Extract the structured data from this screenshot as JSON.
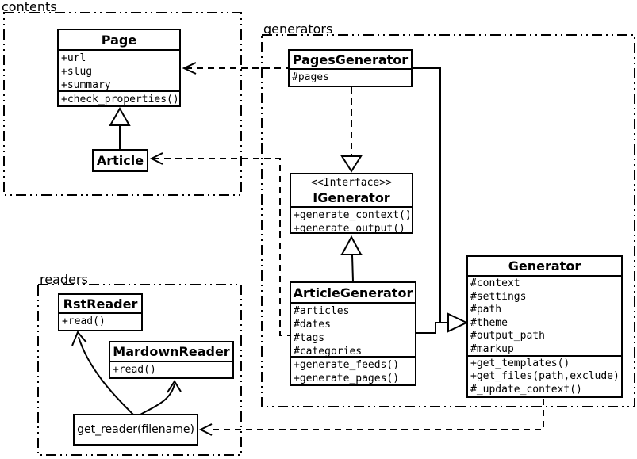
{
  "packages": {
    "contents": {
      "label": "contents"
    },
    "generators": {
      "label": "generators"
    },
    "readers": {
      "label": "readers"
    }
  },
  "classes": {
    "page": {
      "title": "Page",
      "attributes": [
        "+url",
        "+slug",
        "+summary"
      ],
      "methods": [
        "+check_properties()"
      ]
    },
    "article": {
      "title": "Article"
    },
    "pages_generator": {
      "title": "PagesGenerator",
      "attributes": [
        "#pages"
      ]
    },
    "igenerator": {
      "stereotype": "<<Interface>>",
      "title": "IGenerator",
      "methods": [
        "+generate_context()",
        "+generate_output()"
      ]
    },
    "article_generator": {
      "title": "ArticleGenerator",
      "attributes": [
        "#articles",
        "#dates",
        "#tags",
        "#categories"
      ],
      "methods": [
        "+generate_feeds()",
        "+generate_pages()"
      ]
    },
    "generator": {
      "title": "Generator",
      "attributes": [
        "#context",
        "#settings",
        "#path",
        "#theme",
        "#output_path",
        "#markup"
      ],
      "methods": [
        "+get_templates()",
        "+get_files(path,exclude)",
        "#_update_context()"
      ]
    },
    "rst_reader": {
      "title": "RstReader",
      "methods": [
        "+read()"
      ]
    },
    "mardown_reader": {
      "title": "MardownReader",
      "methods": [
        "+read()"
      ]
    },
    "get_reader": {
      "label": "get_reader(filename)"
    }
  },
  "relationships": [
    {
      "type": "inheritance",
      "from": "Article",
      "to": "Page"
    },
    {
      "type": "realization-dashed",
      "from": "PagesGenerator",
      "to": "IGenerator"
    },
    {
      "type": "inheritance",
      "from": "ArticleGenerator",
      "to": "IGenerator"
    },
    {
      "type": "inheritance",
      "from": "PagesGenerator / ArticleGenerator",
      "to": "Generator"
    },
    {
      "type": "dependency-dashed",
      "from": "PagesGenerator",
      "to": "Page"
    },
    {
      "type": "dependency-dashed",
      "from": "ArticleGenerator",
      "to": "Article"
    },
    {
      "type": "dependency-dashed",
      "from": "Generator",
      "to": "get_reader(filename)"
    },
    {
      "type": "arrow-curved",
      "from": "get_reader(filename)",
      "to": "RstReader"
    },
    {
      "type": "arrow-curved",
      "from": "get_reader(filename)",
      "to": "MardownReader"
    }
  ],
  "colors": {
    "stroke": "#000000",
    "background": "#ffffff",
    "node_fill": "#ffffff"
  }
}
